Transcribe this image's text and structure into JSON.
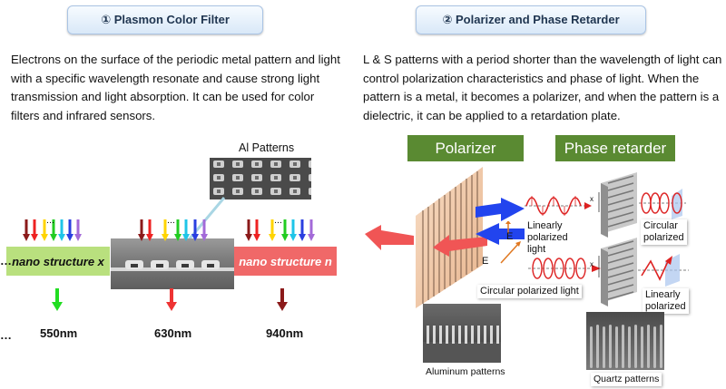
{
  "left": {
    "title": "① Plasmon Color Filter",
    "paragraph": "Electrons on the surface of the periodic metal pattern and light with a specific wavelength resonate and cause strong light transmission and light absorption. It can be used for color filters and infrared sensors.",
    "al_patterns_label": "Al Patterns",
    "nano_x_label": "nano structure x",
    "nano_n_label": "nano structure n",
    "ellipsis": "…",
    "wavelengths": [
      "550nm",
      "630nm",
      "940nm"
    ],
    "colors": {
      "green_box": "#b9e07e",
      "red_box": "#f06868",
      "green_arrow": "#22dd22",
      "red_arrow": "#ee3333",
      "dark_red_arrow": "#8b1a1a"
    }
  },
  "right": {
    "title": "② Polarizer and Phase Retarder",
    "paragraph": "L & S patterns with a period shorter than the wavelength of light can control polarization characteristics and phase of light. When the pattern is a metal, it becomes a polarizer, and when the pattern is a dielectric, it can be applied to a retardation plate.",
    "polarizer_label": "Polarizer",
    "phase_retarder_label": "Phase retarder",
    "e_label": "E",
    "linearly_polarized_light": [
      "Linearly",
      "polarized",
      "light"
    ],
    "circular_polarized": [
      "Circular",
      "polarized"
    ],
    "circular_polarized_light": "Circular polarized light",
    "linearly_polarized": [
      "Linearly",
      "polarized"
    ],
    "x_label": "x",
    "aluminum_patterns": "Aluminum patterns",
    "quartz_patterns": "Quartz patterns",
    "colors": {
      "label_green": "#5a8a32",
      "blue_arrow": "#2244ee",
      "red_arrow": "#f05555"
    }
  }
}
